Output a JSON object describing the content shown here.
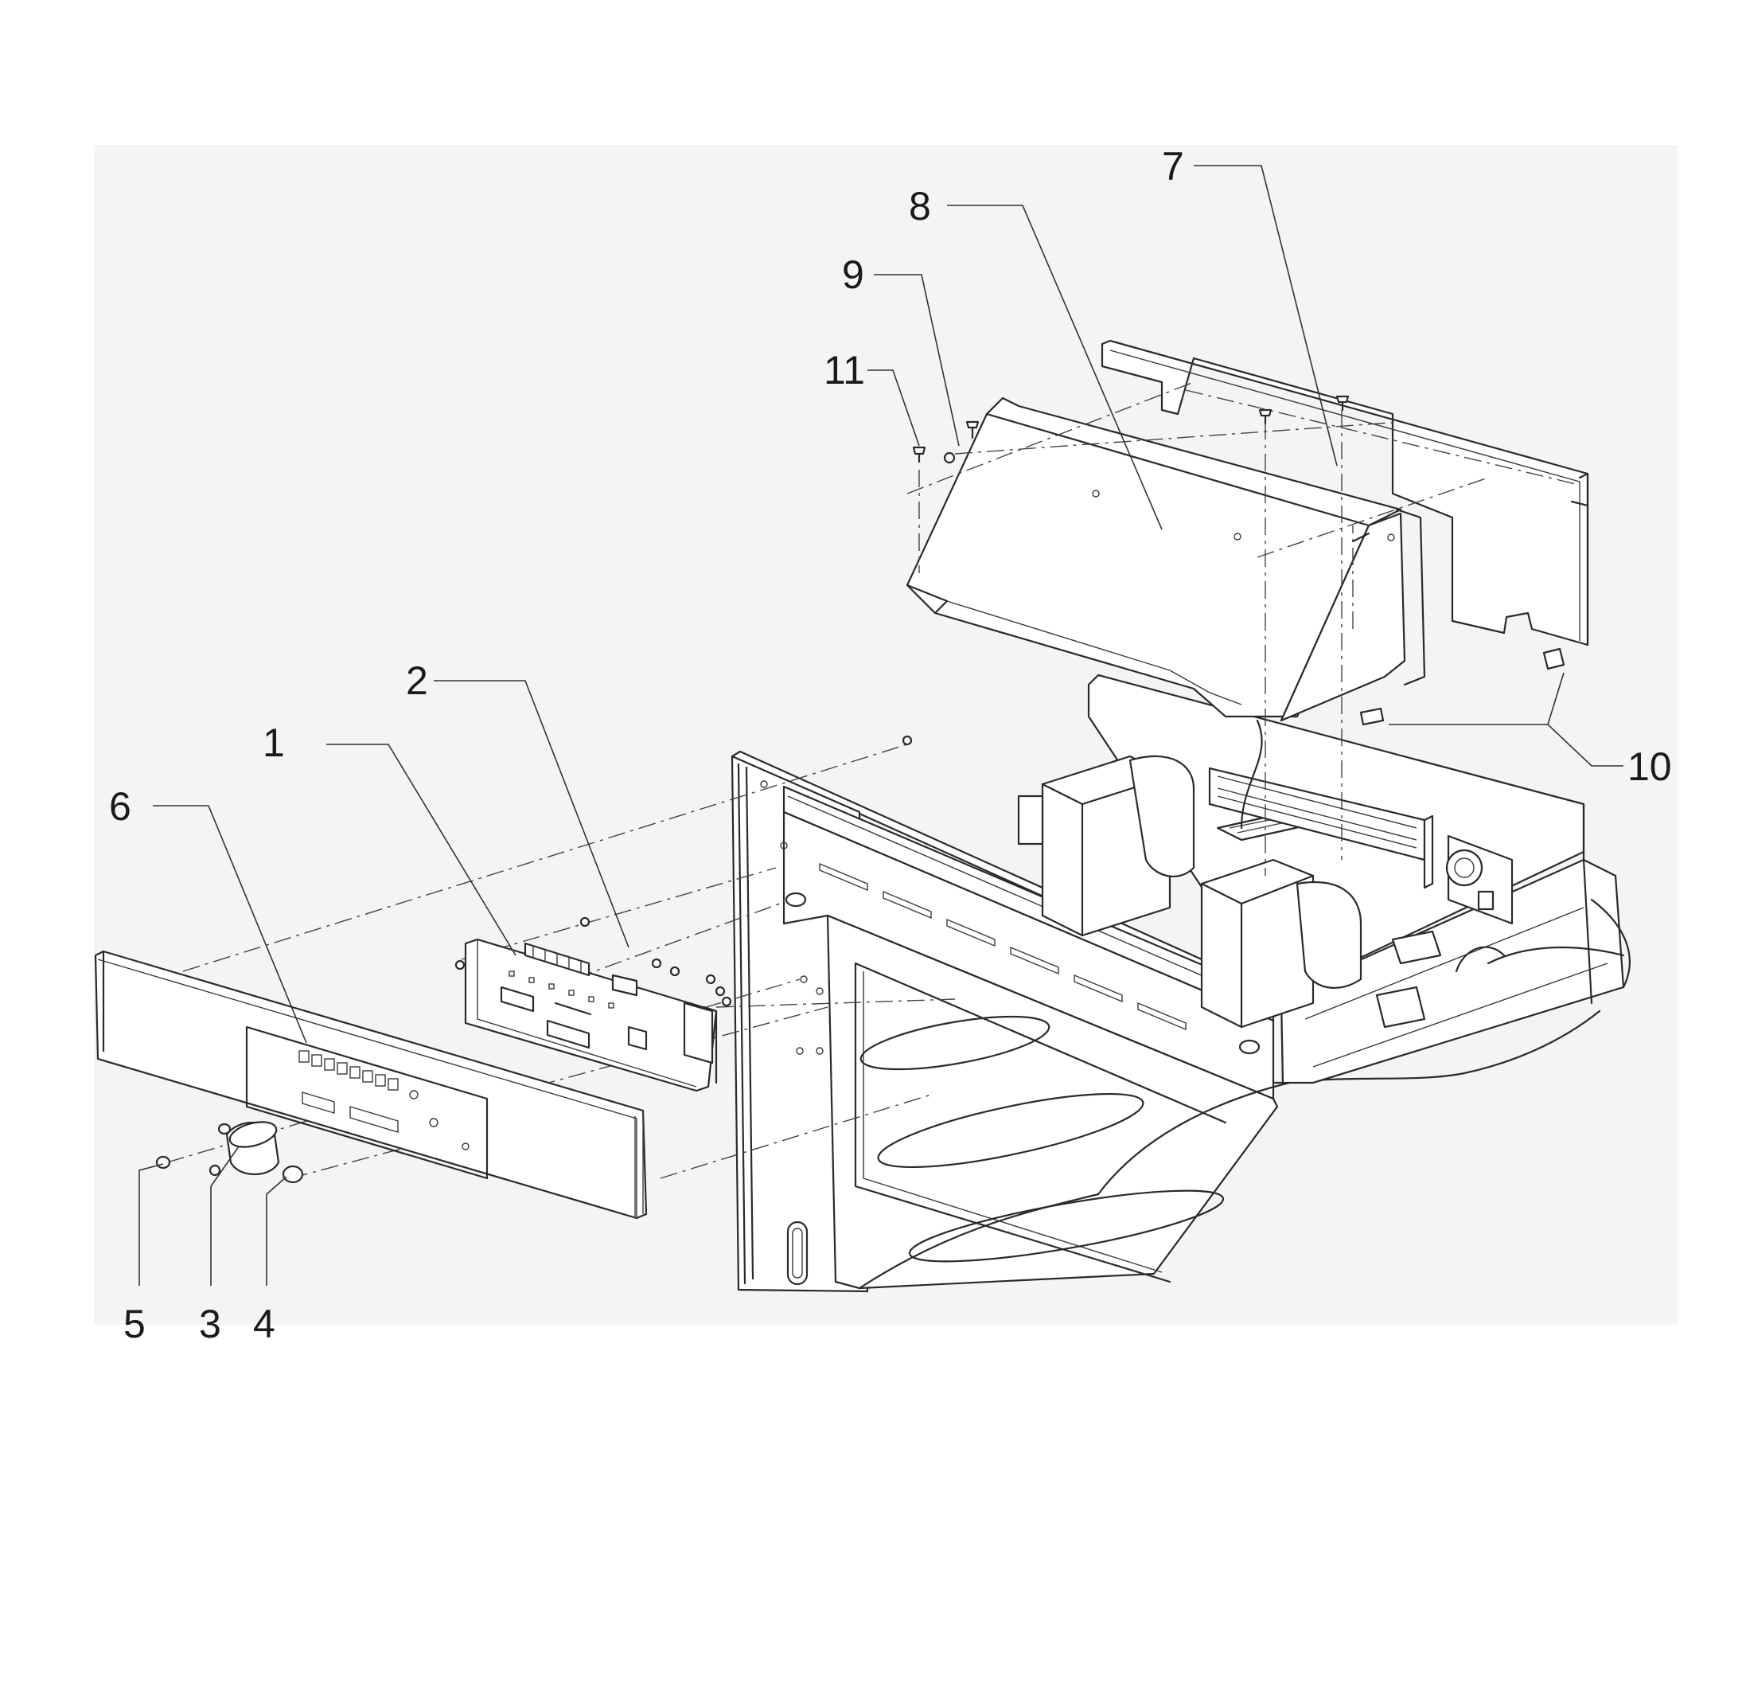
{
  "diagram": {
    "background_color": "#f4f4f4",
    "line_color": "#2a2a2a",
    "callouts": [
      {
        "id": "1",
        "label": "1"
      },
      {
        "id": "2",
        "label": "2"
      },
      {
        "id": "3",
        "label": "3"
      },
      {
        "id": "4",
        "label": "4"
      },
      {
        "id": "5",
        "label": "5"
      },
      {
        "id": "6",
        "label": "6"
      },
      {
        "id": "7",
        "label": "7"
      },
      {
        "id": "8",
        "label": "8"
      },
      {
        "id": "9",
        "label": "9"
      },
      {
        "id": "10",
        "label": "10"
      },
      {
        "id": "11",
        "label": "11"
      }
    ]
  }
}
